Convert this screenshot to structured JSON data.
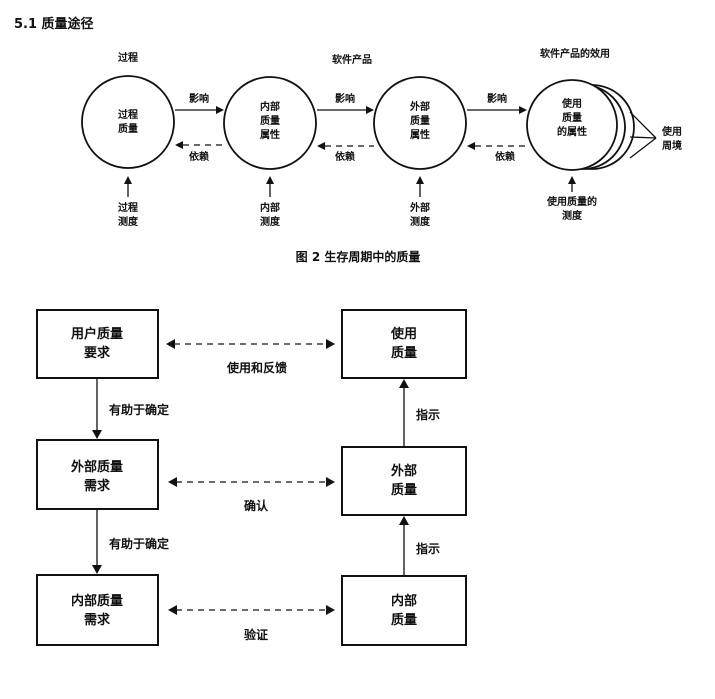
{
  "section_title": "5.1  质量途径",
  "fig2": {
    "label_process": "过程",
    "label_software_product": "软件产品",
    "label_effect": "软件产品的效用",
    "circle1": [
      "过程",
      "质量"
    ],
    "circle2": [
      "内部",
      "质量",
      "属性"
    ],
    "circle3": [
      "外部",
      "质量",
      "属性"
    ],
    "circle4": [
      "使用",
      "质量",
      "的属性"
    ],
    "influence": "影响",
    "depend": "依赖",
    "context": [
      "使用",
      "周境"
    ],
    "measure1": [
      "过程",
      "测度"
    ],
    "measure2": [
      "内部",
      "测度"
    ],
    "measure3": [
      "外部",
      "测度"
    ],
    "measure4": [
      "使用质量的",
      "测度"
    ],
    "caption": "图 2   生存周期中的质量"
  },
  "fig3": {
    "box_user_req": [
      "用户质量",
      "要求"
    ],
    "box_ext_req": [
      "外部质量",
      "需求"
    ],
    "box_int_req": [
      "内部质量",
      "需求"
    ],
    "box_use_quality": [
      "使用",
      "质量"
    ],
    "box_ext_quality": [
      "外部",
      "质量"
    ],
    "box_int_quality": [
      "内部",
      "质量"
    ],
    "use_feedback": "使用和反馈",
    "confirm": "确认",
    "verify": "验证",
    "helps_determine_1": "有助于确定",
    "helps_determine_2": "有助于确定",
    "indicates_1": "指示",
    "indicates_2": "指示"
  }
}
